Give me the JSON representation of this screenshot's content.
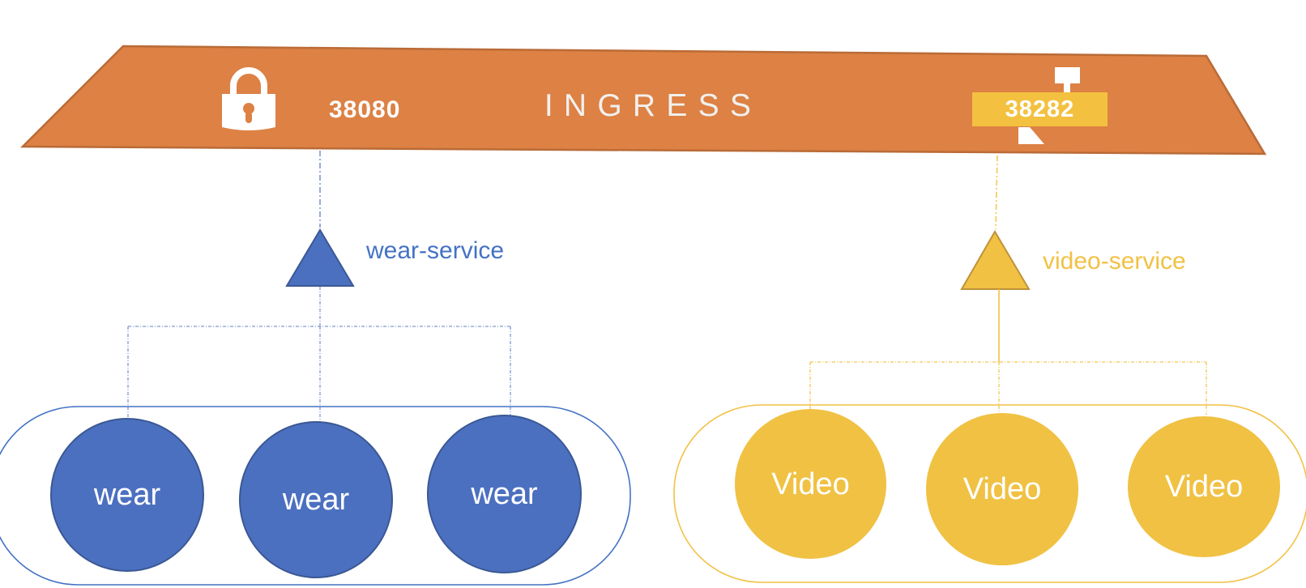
{
  "diagram": {
    "ingress": {
      "label": "INGRESS",
      "left_port": "38080",
      "left_port_icon": "lock-icon",
      "right_port": "38282",
      "right_port_icon": "signpost-icon"
    },
    "services": [
      {
        "label": "wear-service",
        "color": "#4472C4",
        "pods": [
          "wear",
          "wear",
          "wear"
        ]
      },
      {
        "label": "video-service",
        "color": "#F2C144",
        "pods": [
          "Video",
          "Video",
          "Video"
        ]
      }
    ],
    "colors": {
      "banner": "#DD8144",
      "banner_border": "#BA6B37",
      "banner_text": "#F1F0EE",
      "port_badge": "#F3C13F",
      "blue_fill": "#4C70C0",
      "blue_border": "#3A5894",
      "blue_label": "#4472C4",
      "yellow_fill": "#F0C143",
      "yellow_label": "#F2C144",
      "pod_text": "#FFFFFF"
    }
  }
}
